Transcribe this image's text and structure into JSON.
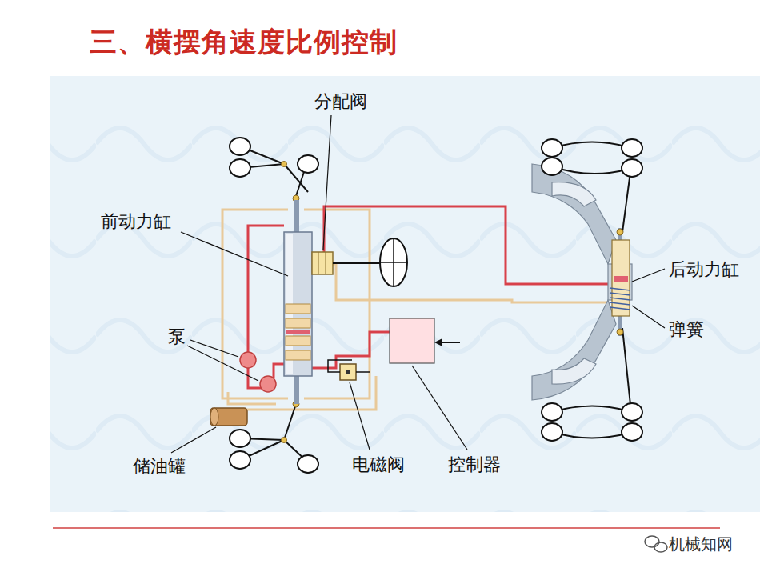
{
  "diagram": {
    "title": "三、横摆角速度比例控制",
    "labels": [
      "分配阀",
      "前动力缸",
      "泵",
      "储油罐",
      "电磁阀",
      "控制器",
      "后动力缸",
      "弹簧",
      "机械知网"
    ]
  }
}
